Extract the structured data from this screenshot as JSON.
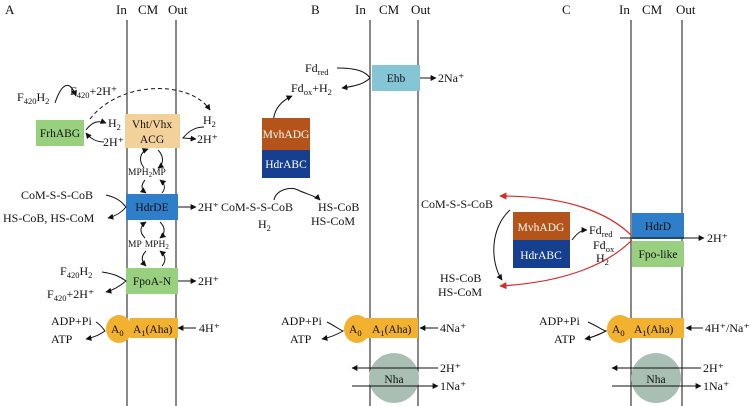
{
  "columns": {
    "in": "In",
    "cm": "CM",
    "out": "Out"
  },
  "colors": {
    "green": "#99d07f",
    "beige": "#f3d19b",
    "blue": "#2e7ec9",
    "brown": "#b5541a",
    "navy": "#163f8f",
    "cyan": "#84c5d6",
    "orange": "#f2b12f",
    "gray": "#a9bfb4",
    "red": "#d62a2a"
  },
  "panelA": {
    "letter": "A",
    "frh": "FrhABG",
    "f420h2": {
      "main": "F",
      "sub": "420",
      "tail": "H",
      "sub2": "2"
    },
    "f420_2h": {
      "main": "F",
      "sub": "420",
      "tail": "+2H⁺"
    },
    "h2_in": {
      "main": "H",
      "sub": "2"
    },
    "twoh_in": "2H⁺",
    "vht_line1": "Vht/Vhx",
    "vht_line2": "ACG",
    "h2_out": {
      "main": "H",
      "sub": "2"
    },
    "twoh_out1": "2H⁺",
    "mph2_top": {
      "a": "MPH",
      "sub": "2",
      "b": "MP"
    },
    "hdrde": "HdrDE",
    "twoh_out2": "2H⁺",
    "comscob": "CoM-S-S-CoB",
    "hscob": "HS-CoB, HS-CoM",
    "mph2_bot": {
      "a": "MP",
      "b": "MPH",
      "sub": "2"
    },
    "f420h2_b": {
      "main": "F",
      "sub": "420",
      "tail": "H",
      "sub2": "2"
    },
    "f420_2h_b": {
      "main": "F",
      "sub": "420",
      "tail": "+2H⁺"
    },
    "fpoa": "FpoA-N",
    "twoh_out3": "2H⁺",
    "adp": "ADP+Pi",
    "atp": "ATP",
    "a0": {
      "main": "A",
      "sub": "0"
    },
    "a1": {
      "main": "A",
      "sub": "1",
      "tail": "(Aha)"
    },
    "fourh": "4H⁺"
  },
  "panelB": {
    "letter": "B",
    "fdred": {
      "main": "Fd",
      "sub": "red"
    },
    "fdox": {
      "main": "Fd",
      "sub": "ox",
      "tail": "+H",
      "sub2": "2"
    },
    "ehb": "Ehb",
    "twona": "2Na⁺",
    "mvhadg": "MvhADG",
    "hdrabc": "HdrABC",
    "comscob": "CoM-S-S-CoB",
    "h2": {
      "main": "H",
      "sub": "2"
    },
    "hscob": "HS-CoB",
    "hscom": "HS-CoM",
    "adp": "ADP+Pi",
    "atp": "ATP",
    "a0": {
      "main": "A",
      "sub": "0"
    },
    "a1": {
      "main": "A",
      "sub": "1",
      "tail": "(Aha)"
    },
    "fourna": "4Na⁺",
    "nha": "Nha",
    "twoh": "2H⁺",
    "onena": "1Na⁺"
  },
  "panelC": {
    "letter": "C",
    "comscob": "CoM-S-S-CoB",
    "mvhadg": "MvhADG",
    "hdrabc": "HdrABC",
    "fdred": {
      "main": "Fd",
      "sub": "red"
    },
    "fdox": {
      "main": "Fd",
      "sub": "ox"
    },
    "h2": {
      "main": "H",
      "sub": "2"
    },
    "hdrd": "HdrD",
    "fpolike": "Fpo-like",
    "twoh": "2H⁺",
    "hscob": "HS-CoB",
    "hscom": "HS-CoM",
    "adp": "ADP+Pi",
    "atp": "ATP",
    "a0": {
      "main": "A",
      "sub": "0"
    },
    "a1": {
      "main": "A",
      "sub": "1",
      "tail": "(Aha)"
    },
    "fourh": "4H⁺/Na⁺",
    "nha": "Nha",
    "twoh2": "2H⁺",
    "onena": "1Na⁺"
  }
}
